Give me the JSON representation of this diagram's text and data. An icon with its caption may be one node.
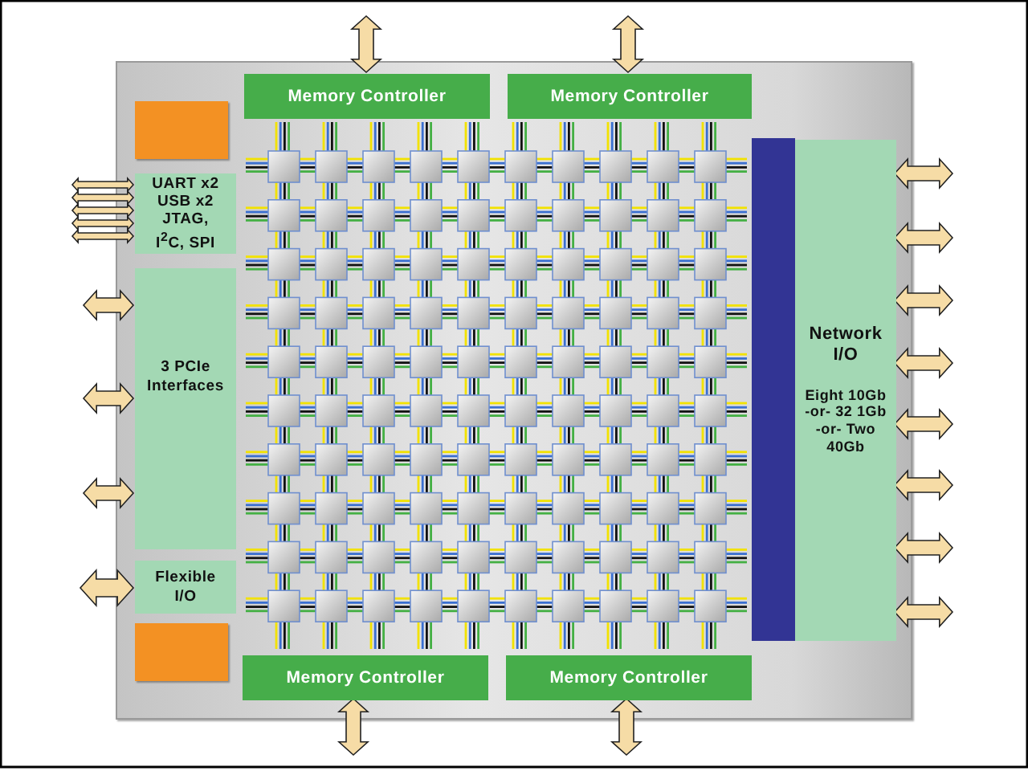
{
  "diagram": {
    "nodes": [
      {
        "text": [],
        "shape": "box"
      },
      {
        "text": [],
        "shape": "box",
        "in": 0
      },
      {
        "text": [
          "Memory Controller"
        ],
        "in": 0
      },
      {
        "text": [
          "Memory Controller"
        ],
        "in": 0
      },
      {
        "text": [
          "UART x2 USB x2 JTAG, I$^{2}$C, SPI"
        ],
        "in": 0
      },
      {
        "text": [
          "3 PCIe Interfaces"
        ],
        "in": 0
      },
      {
        "text": [],
        "shape": "bar",
        "in": 0
      },
      {
        "text": [
          "Network I/O",
          "Eight 10Gb -or- 32 1Gb -or- Two 40Gb"
        ],
        "in": 0
      },
      {
        "text": [
          "Flexible I/O"
        ],
        "in": 0
      },
      {
        "text": [],
        "shape": "box",
        "in": 0
      },
      {
        "text": [
          "Memory Controller"
        ],
        "in": 0
      },
      {
        "text": [
          "Memory Controller"
        ],
        "in": 0
      }
    ],
    "edges": [
      {
        "from": null,
        "to": 2,
        "arrow": "both"
      },
      {
        "from": null,
        "to": 3,
        "arrow": "both"
      },
      {
        "from": null,
        "to": 4,
        "arrow": "both"
      },
      {
        "from": null,
        "to": 4,
        "arrow": "both"
      },
      {
        "from": null,
        "to": 4,
        "arrow": "both"
      },
      {
        "from": null,
        "to": 4,
        "arrow": "both"
      },
      {
        "from": null,
        "to": 4,
        "arrow": "both"
      },
      {
        "from": null,
        "to": 5,
        "arrow": "both"
      },
      {
        "from": null,
        "to": 5,
        "arrow": "both"
      },
      {
        "from": null,
        "to": 5,
        "arrow": "both"
      },
      {
        "from": null,
        "to": 8,
        "arrow": "both"
      },
      {
        "from": null,
        "to": 7,
        "arrow": "both"
      },
      {
        "from": null,
        "to": 7,
        "arrow": "both"
      },
      {
        "from": null,
        "to": 7,
        "arrow": "both"
      },
      {
        "from": null,
        "to": 7,
        "arrow": "both"
      },
      {
        "from": null,
        "to": 7,
        "arrow": "both"
      },
      {
        "from": null,
        "to": 7,
        "arrow": "both"
      },
      {
        "from": null,
        "to": 7,
        "arrow": "both"
      },
      {
        "from": null,
        "to": 7,
        "arrow": "both"
      },
      {
        "from": null,
        "to": 10,
        "arrow": "both"
      },
      {
        "from": null,
        "to": 11,
        "arrow": "both"
      }
    ]
  }
}
